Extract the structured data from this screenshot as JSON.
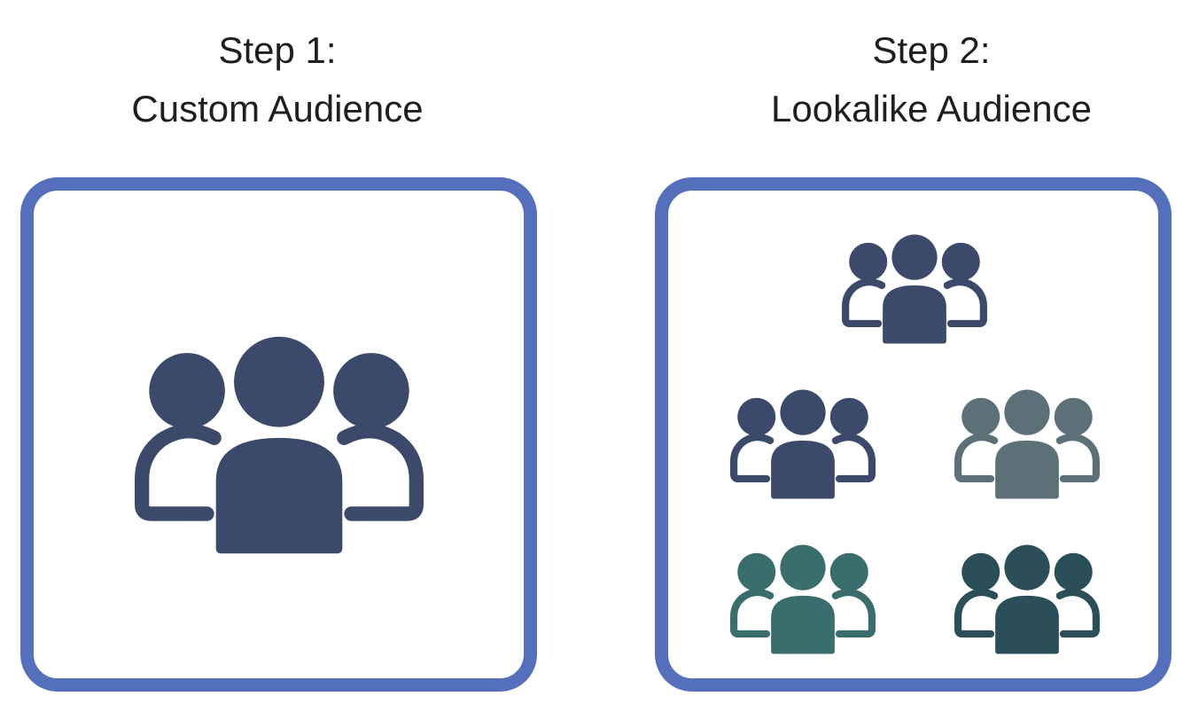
{
  "step1": {
    "label": "Step 1:",
    "title": "Custom Audience"
  },
  "step2": {
    "label": "Step 2:",
    "title": "Lookalike Audience"
  },
  "colors": {
    "panel_border": "#5470bd",
    "custom_group": "#3b4a6b",
    "lookalike_top": "#3b4a6b",
    "lookalike_middle_left": "#3b4a6b",
    "lookalike_middle_right": "#5b7077",
    "lookalike_bottom_left": "#3a6e6d",
    "lookalike_bottom_right": "#2a4f58"
  },
  "icons": {
    "custom": "people-group-icon",
    "lookalike": [
      "people-group-icon",
      "people-group-icon",
      "people-group-icon",
      "people-group-icon",
      "people-group-icon"
    ]
  }
}
